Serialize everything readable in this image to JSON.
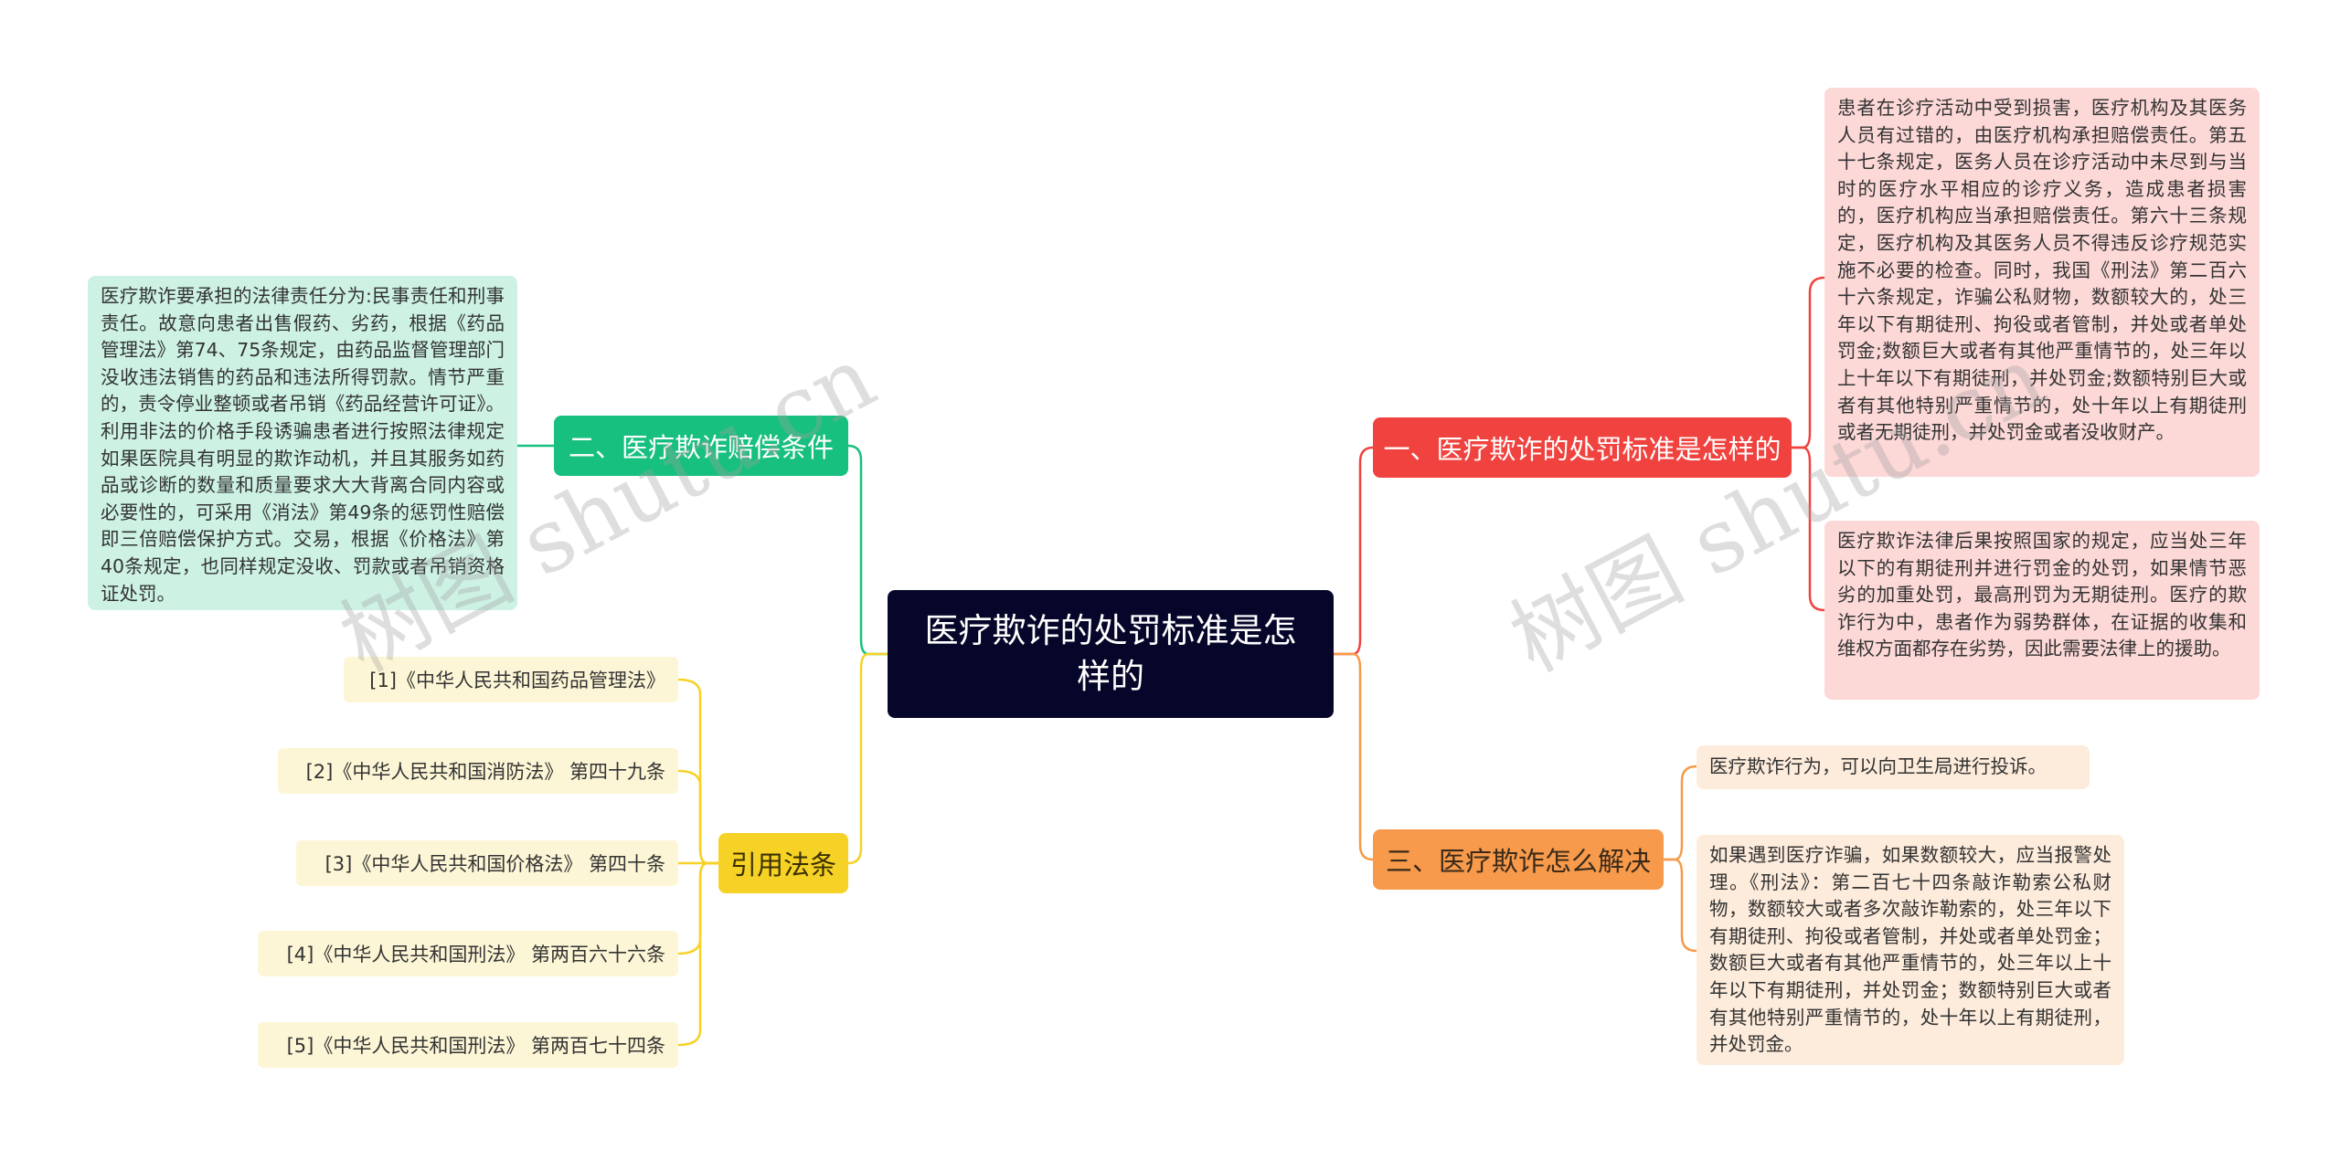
{
  "root": {
    "title": "医疗欺诈的处罚标准是怎样的"
  },
  "branches": {
    "right_1": {
      "label": "一、医疗欺诈的处罚标准是怎样的",
      "leaves": [
        "患者在诊疗活动中受到损害，医疗机构及其医务人员有过错的，由医疗机构承担赔偿责任。第五十七条规定，医务人员在诊疗活动中未尽到与当时的医疗水平相应的诊疗义务，造成患者损害的，医疗机构应当承担赔偿责任。第六十三条规定，医疗机构及其医务人员不得违反诊疗规范实施不必要的检查。同时，我国《刑法》第二百六十六条规定，诈骗公私财物，数额较大的，处三年以下有期徒刑、拘役或者管制，并处或者单处罚金;数额巨大或者有其他严重情节的，处三年以上十年以下有期徒刑，并处罚金;数额特别巨大或者有其他特别严重情节的，处十年以上有期徒刑或者无期徒刑，并处罚金或者没收财产。",
        "医疗欺诈法律后果按照国家的规定，应当处三年以下的有期徒刑并进行罚金的处罚，如果情节恶劣的加重处罚，最高刑罚为无期徒刑。医疗的欺诈行为中，患者作为弱势群体，在证据的收集和维权方面都存在劣势，因此需要法律上的援助。"
      ]
    },
    "right_3": {
      "label": "三、医疗欺诈怎么解决",
      "leaves": [
        "医疗欺诈行为，可以向卫生局进行投诉。",
        "如果遇到医疗诈骗，如果数额较大，应当报警处理。《刑法》：第二百七十四条敲诈勒索公私财物，数额较大或者多次敲诈勒索的，处三年以下有期徒刑、拘役或者管制，并处或者单处罚金；数额巨大或者有其他严重情节的，处三年以上十年以下有期徒刑，并处罚金；数额特别巨大或者有其他特别严重情节的，处十年以上有期徒刑，并处罚金。"
      ]
    },
    "left_2": {
      "label": "二、医疗欺诈赔偿条件",
      "leaves": [
        "医疗欺诈要承担的法律责任分为:民事责任和刑事责任。故意向患者出售假药、劣药，根据《药品管理法》第74、75条规定，由药品监督管理部门没收违法销售的药品和违法所得罚款。情节严重的，责令停业整顿或者吊销《药品经营许可证》。利用非法的价格手段诱骗患者进行按照法律规定如果医院具有明显的欺诈动机，并且其服务如药品或诊断的数量和质量要求大大背离合同内容或必要性的，可采用《消法》第49条的惩罚性赔偿即三倍赔偿保护方式。交易，根据《价格法》第40条规定，也同样规定没收、罚款或者吊销资格证处罚。"
      ]
    },
    "left_ref": {
      "label": "引用法条",
      "leaves": [
        "[1]《中华人民共和国药品管理法》",
        "[2]《中华人民共和国消防法》 第四十九条",
        "[3]《中华人民共和国价格法》 第四十条",
        "[4]《中华人民共和国刑法》 第两百六十六条",
        "[5]《中华人民共和国刑法》 第两百七十四条"
      ]
    }
  },
  "watermarks": [
    "树图 shutu.cn",
    "树图 shutu.cn"
  ],
  "colors": {
    "root": "#06062a",
    "red": "#f0433f",
    "orange": "#f79a4b",
    "green": "#17c07e",
    "yellow": "#f6d226"
  }
}
